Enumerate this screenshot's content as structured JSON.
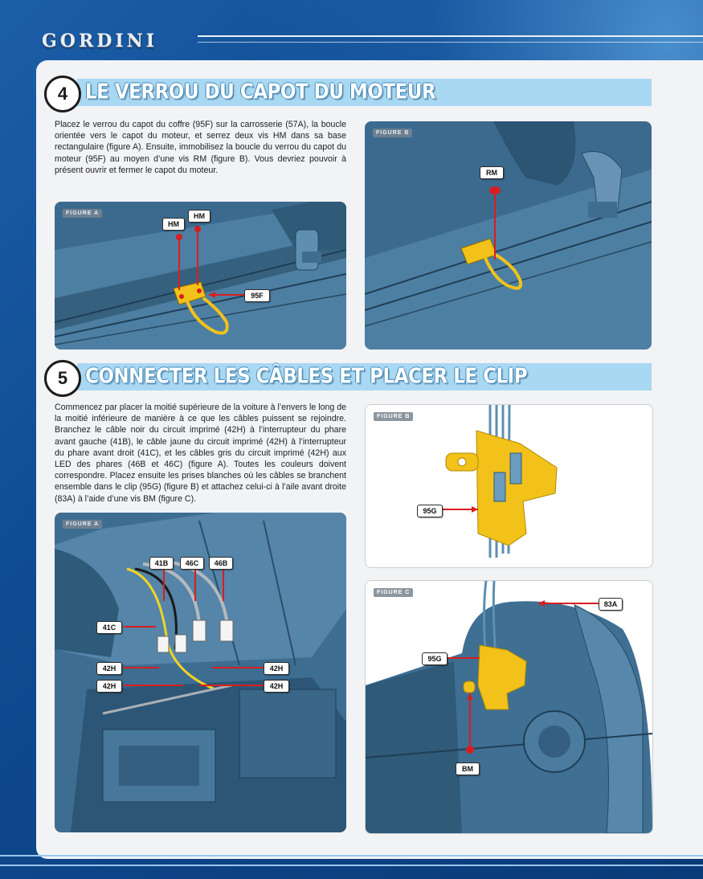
{
  "header": {
    "brand": "GORDINI"
  },
  "step4": {
    "number": "4",
    "title": "LE VERROU DU CAPOT DU MOTEUR",
    "text": "Placez le verrou du capot du coffre (95F) sur la carrosserie (57A), la boucle orientée vers le capot du moteur, et serrez deux vis HM dans sa base rectangulaire (figure A). Ensuite, immobilisez la boucle du verrou du capot du moteur (95F) au moyen d’une vis RM (figure B). Vous devriez pouvoir à présent ouvrir et fermer le capot du moteur.",
    "figA": {
      "tag": "FIGURE A",
      "labels": [
        "HM",
        "HM",
        "95F"
      ]
    },
    "figB": {
      "tag": "FIGURE B",
      "labels": [
        "RM"
      ]
    }
  },
  "step5": {
    "number": "5",
    "title": "CONNECTER LES CÂBLES ET PLACER LE CLIP",
    "text": "Commencez par placer la moitié supérieure de la voiture à l’envers le long de la moitié inférieure de manière à ce que les câbles puissent se rejoindre. Branchez le câble noir du circuit imprimé (42H) à l’interrupteur du phare avant gauche (41B), le câble jaune du circuit imprimé (42H) à l’interrupteur du phare avant droit (41C), et les câbles gris du circuit imprimé (42H) aux LED des phares (46B et 46C) (figure A). Toutes les couleurs doivent correspondre. Placez ensuite les prises blanches où les câbles se branchent ensemble dans le clip (95G) (figure B) et attachez celui-ci à l’aile avant droite (83A) à l’aide d’une vis BM (figure C).",
    "figA": {
      "tag": "FIGURE A",
      "labels": [
        "41B",
        "46C",
        "46B",
        "41C",
        "42H",
        "42H",
        "42H",
        "42H"
      ]
    },
    "figB": {
      "tag": "FIGURE B",
      "labels": [
        "95G"
      ]
    },
    "figC": {
      "tag": "FIGURE C",
      "labels": [
        "83A",
        "95G",
        "BM"
      ]
    }
  },
  "colors": {
    "accent": "#a9d8f3",
    "part_yellow": "#f2c21a",
    "arrow_red": "#d81e1e",
    "model_blue": "#3f6f93"
  }
}
